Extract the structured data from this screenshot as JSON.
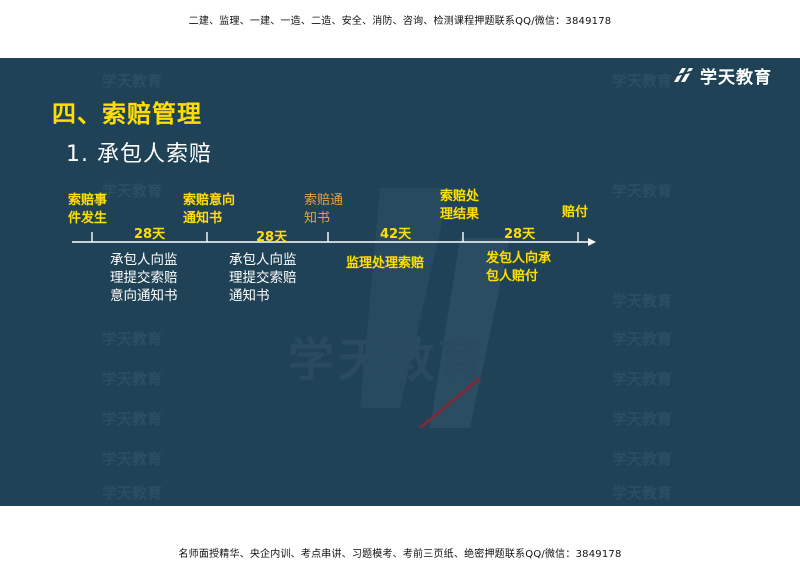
{
  "top_banner": "二建、监理、一建、一造、二造、安全、消防、咨询、检测课程押题联系QQ/微信：3849178",
  "bottom_banner": "名师面授精华、央企内训、考点串讲、习题模考、考前三页纸、绝密押题联系QQ/微信：3849178",
  "logo": {
    "text": "学天教育",
    "icon": "xuetian-logo-icon"
  },
  "watermark": {
    "text": "学天教育"
  },
  "title": "四、索赔管理",
  "subtitle": "1. 承包人索赔",
  "timeline": {
    "events": [
      [
        "索赔事",
        "件发生"
      ],
      [
        "索赔意向",
        "通知书"
      ],
      [
        "索赔通",
        "知书"
      ],
      [
        "索赔处",
        "理结果"
      ],
      [
        "赔付"
      ]
    ],
    "durations": [
      "28天",
      "28天",
      "42天",
      "28天"
    ],
    "descriptions": [
      [
        "承包人向监",
        "理提交索赔",
        "意向通知书"
      ],
      [
        "承包人向监",
        "理提交索赔",
        "通知书"
      ],
      [
        "监理处理索赔"
      ],
      [
        "发包人向承",
        "包人赔付"
      ]
    ],
    "colors": {
      "highlight": "#ffde00",
      "orange": "#e8a23a",
      "background": "#1f4256"
    }
  }
}
